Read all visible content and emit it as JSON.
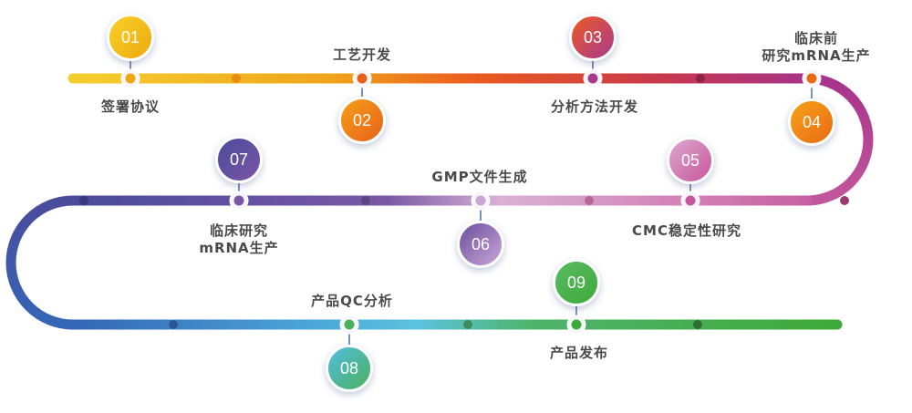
{
  "title": "mRNA 生产流程",
  "steps": [
    {
      "number": "01",
      "label": "签署协议",
      "color_from": "#f7d22a",
      "color_to": "#eea80d"
    },
    {
      "number": "02",
      "label": "工艺开发",
      "color_from": "#f4a017",
      "color_to": "#e9601a"
    },
    {
      "number": "03",
      "label": "分析方法开发",
      "color_from": "#ee5a22",
      "color_to": "#a83a8e"
    },
    {
      "number": "04",
      "label": "临床前\n研究mRNA生产",
      "label_line1": "临床前",
      "label_line2": "研究mRNA生产",
      "color_from": "#f6a318",
      "color_to": "#ea6a14"
    },
    {
      "number": "05",
      "label": "CMC稳定性研究",
      "color_from": "#dca9cf",
      "color_to": "#c8569b"
    },
    {
      "number": "06",
      "label": "GMP文件生成",
      "color_from": "#6c4e9e",
      "color_to": "#c9a6d6"
    },
    {
      "number": "07",
      "label": "临床研究\nmRNA生产",
      "label_line1": "临床研究",
      "label_line2": "mRNA生产",
      "color_from": "#4a4b9c",
      "color_to": "#7b56a4"
    },
    {
      "number": "08",
      "label": "产品QC分析",
      "color_from": "#52bde0",
      "color_to": "#4cb15c"
    },
    {
      "number": "09",
      "label": "产品发布",
      "color_from": "#5abb62",
      "color_to": "#3daa3a"
    }
  ],
  "track_colors": {
    "row1": [
      "#f5cf2e",
      "#f0a51a",
      "#ea5a1f",
      "#c7384c",
      "#a6338c"
    ],
    "row2": [
      "#4b4b9c",
      "#7a58a5",
      "#d9b1d6",
      "#d37fb6",
      "#c2569b"
    ],
    "row3": [
      "#3466b5",
      "#4aa3d8",
      "#5bc3de",
      "#4fb46b",
      "#3ea93a"
    ]
  }
}
